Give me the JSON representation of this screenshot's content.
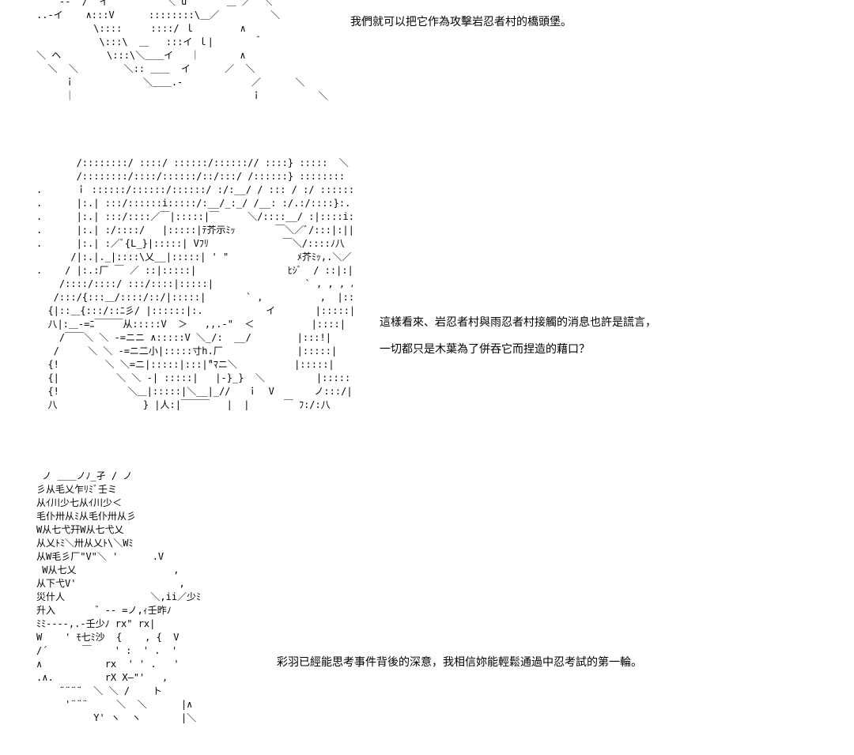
{
  "page": {
    "background": "#ffffff",
    "text_color": "#000000"
  },
  "captions": [
    "我們就可以把它作為攻擊岩忍者村的橋頭堡。",
    "這樣看來、岩忍者村與雨忍者村接觸的消息也許是謊言，",
    "一切都只是木葉為了併吞它而捏造的藉口？",
    "彩羽已經能思考事件背後的深意，我相信妳能輕鬆通過中忍考試的第一輪。"
  ],
  "ascii_art": {
    "top_figure": "    --  /  イ          ＼ u       ＿ ／  ＼\n..-イ    ∧:::V      ::::::::\\＿／         ＼\n          \\::::     ::::/ ｌ        ∧\n           \\:::\\  ＿   :::イ ｌ|       ＾\n＼ ヘ        \\:::\\＼＿＿イ   ｜       ∧\n  ＼  ＼        ＼:: ＿＿  イ      ／  ＼\n     ｉ            ＼＿＿.-            ／      ＼\n     ｜                               ｉ          ＼",
    "middle_figure": "       /::::::::/ ::::/ ::::::/::::::// ::::} :::::  ＼\n       /::::::::/::::/::::::/::/:::/ /::::::} ::::::::  ＼\n.      ｉ ::::::/::::::/::::::/ :/:__/ / ::: / :/ ::::::| :::|\n.      |:.| :::/::::::i:::::/:__/_:_/ /__: :/.:/::::}:.|:::|\n.      |:.| :::/::::／￣|:::::|￣     ＼/::::__/ :|::::i:|\n.      |:.| :/::::/   |:::::|ﾃ芥示ﾐｯ       ￣＼／ﾞ/:::|:|||\n.      |:.| :／ﾞ{L_}|:::::| Vﾌﾘ             ￣＼/::::ﾉ八\n      /|:.|._|::::\\乂__|:::::| ' \"            ﾒ芥ﾐｯ,.＼／)/\n.    / |:.:厂 ￣ ／ ::|:::::|                ﾋｼﾞ  / ::|:|\n    /::::/::::/ :::/::::|:::::|                ` , , , ん:::|\n   /:::/{:::＿/::::/::/|:::::|       ` ,          ,  |::::|\n  {|::＿{:::/::ﾆ彡/ |::::::|:.           イ       |:::::|\n  八|:＿-=ﾆ￣￣￣从:::::V  ＞   ,,.-\"  ＜          |::::|\n    /￣￣＼ ＼ -=ニニ ∧:::::V ＼_/:  __/        |:::!|\n   /     ＼ ＼ -=ニ二小|:::::寸h.厂             |:::::|\n  {!        ＼ ＼=ニ|:::::|:::|̄\"ﾏニ＼          |:::::|\n  {|          ＼ ＼ -| :::::|   |-}_}  ＼         |:::::|\n  {!            ＼＿|:::::|＼__|_//   ｉ  V       ノ:::/|\n  八               } |人:|￣￣￣   |  |      ￣ ﾌ:/:八",
    "bottom_figure": " ノ ＿＿ノﾉ_孑 / ノ\n彡从毛乂乍ﾘﾐﾞ壬ミ\n从ｲ川少七从ｲ川少＜\n毛仆卅从ﾐ从毛仆卅从彡\nW从七弋幵W从七弋乂\n从乂ﾄﾐ＼卅从乂ﾄ\\＼Wﾐ\n从W毛彡厂\"V\"＼ '      .V\n W从七乂                 ,\n从下弋V'                  ,\n災什人               ＼,ii／少ﾐ\n升入       ゛-- =ノ,ｨ壬昨ﾉ\nﾐﾐ----,.-壬少ﾉ rx\" rx|\nW    ' ﾓ七ﾐ沙  {    , {  V\n/´      ￣    ' :  ' .  '\n∧           rx  ' ' .   '\n.∧.         rX X—\"'   ,\n    ¨¨¨¨  ＼ ＼ /    ト\n     '¨¨¨     ＼  ＼      |∧\n          Y' ヽ  ヽ       |＼"
  }
}
